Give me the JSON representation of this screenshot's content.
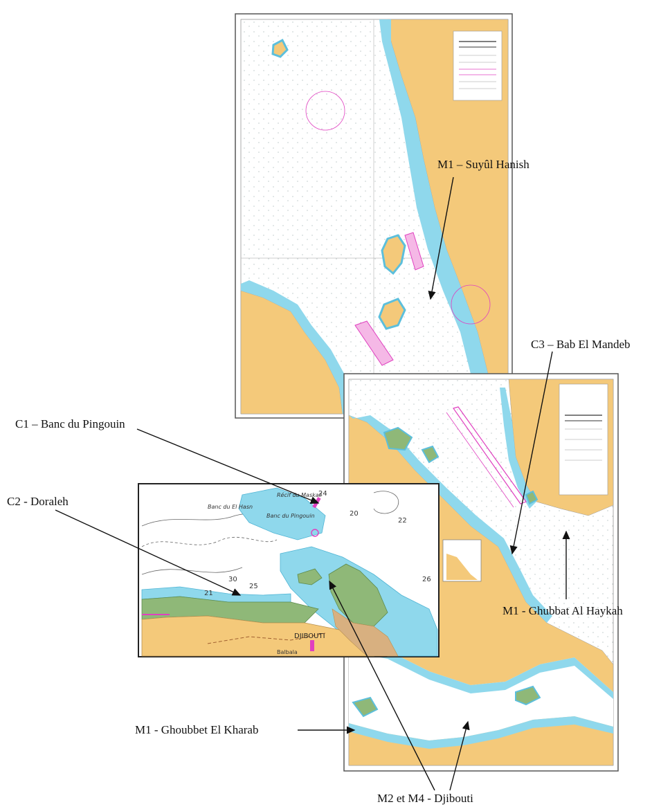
{
  "labels": {
    "m1_suyul_hanish": "M1 – Suyûl Hanish",
    "c3_bab_el_mandeb": "C3 – Bab El Mandeb",
    "c1_banc_du_pingouin": "C1 – Banc du Pingouin",
    "c2_doraleh": "C2 - Doraleh",
    "m1_ghubbat_al_haykah": "M1 - Ghubbat Al Haykah",
    "m1_ghoubbet_el_kharab": "M1 - Ghoubbet El Kharab",
    "m2_m4_djibouti": "M2 et M4 - Djibouti"
  },
  "inset_text": {
    "djibouti": "DJIBOUTI",
    "banc_pingouin": "Banc du Pingouin",
    "banc_el_hasn": "Banc du El Hasn",
    "balbala": "Balbala",
    "recif": "Récif du Maskali",
    "depth_24": "24",
    "depth_25": "25",
    "depth_21": "21",
    "depth_26": "26",
    "depth_30": "30",
    "depth_22": "22",
    "depth_20": "20"
  },
  "colors": {
    "land": "#f4c97a",
    "shallow": "#8fd8ec",
    "deep_shallow": "#b8e6f2",
    "sea": "#ffffff",
    "magenta": "#e040c0",
    "drying": "#8fb878",
    "border": "#444444"
  }
}
